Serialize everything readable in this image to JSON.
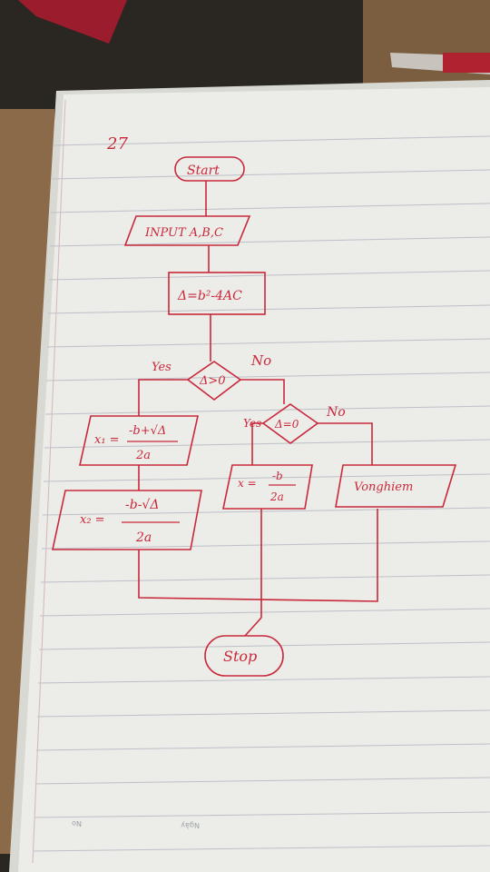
{
  "page": {
    "number": "27"
  },
  "colors": {
    "ink": "#c9283a",
    "paper": "#eeeeea",
    "rule": "#b9bdc6",
    "desk": "#8a6a48"
  },
  "flowchart": {
    "start": "Start",
    "input": "INPUT A,B,C",
    "process": "Δ=b²-4AC",
    "decision1": {
      "text": "Δ>0",
      "yes": "Yes",
      "no": "No"
    },
    "output_x1": {
      "lhs": "x₁ =",
      "numerator": "-b+√Δ",
      "denominator": "2a"
    },
    "output_x2": {
      "lhs": "x₂ =",
      "numerator": "-b-√Δ",
      "denominator": "2a"
    },
    "decision2": {
      "text": "Δ=0",
      "yes": "Yes",
      "no": "No"
    },
    "output_x": {
      "lhs": "x =",
      "numerator": "-b",
      "denominator": "2a"
    },
    "output_none": "Vonghiem",
    "stop": "Stop"
  },
  "footer": {
    "left": "No",
    "right": "Ngày"
  }
}
